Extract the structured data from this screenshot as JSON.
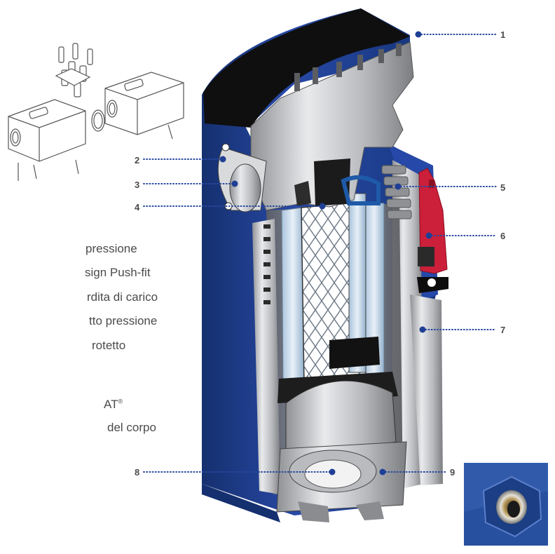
{
  "callouts": [
    "1",
    "2",
    "3",
    "4",
    "5",
    "6",
    "7",
    "8",
    "9"
  ],
  "features": [
    "pressione",
    "sign Push-fit",
    "rdita di carico",
    "tto pressione",
    "rotetto",
    "AT",
    "del corpo"
  ],
  "features_registered_mark": "®",
  "colors": {
    "housing_blue": "#1f3f95",
    "head_black": "#0f0f10",
    "indicator_red": "#cc1f3a",
    "metal_gray": "#c9cbce",
    "dot_blue": "#1f3f95",
    "text": "#4b4b4b"
  }
}
